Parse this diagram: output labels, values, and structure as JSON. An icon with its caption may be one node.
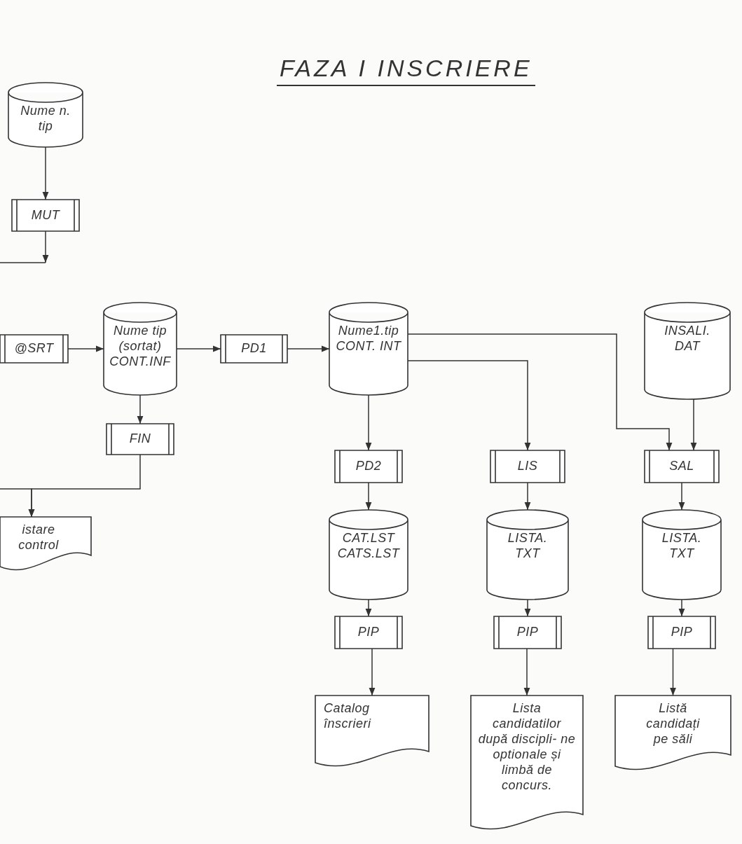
{
  "diagram": {
    "title": "FAZA I INSCRIERE",
    "nodes": [
      {
        "text": [
          "Nume n. tip"
        ]
      },
      {
        "text": [
          "MUT"
        ]
      },
      {
        "text": [
          "@SRT"
        ]
      },
      {
        "text": [
          "Nume tip (sortat) CONT.INF"
        ]
      },
      {
        "text": [
          "FIN"
        ]
      },
      {
        "text": [
          "istare control"
        ]
      },
      {
        "text": [
          "PD1"
        ]
      },
      {
        "text": [
          "Nume1.tip CONT. INT"
        ]
      },
      {
        "text": [
          "INSALI. DAT"
        ]
      },
      {
        "text": [
          "PD2"
        ]
      },
      {
        "text": [
          "LIS"
        ]
      },
      {
        "text": [
          "SAL"
        ]
      },
      {
        "text": [
          "CAT.LST CATS.LST"
        ]
      },
      {
        "text": [
          "LISTA. TXT"
        ]
      },
      {
        "text": [
          "LISTA. TXT"
        ]
      },
      {
        "text": [
          "PIP"
        ]
      },
      {
        "text": [
          "PIP"
        ]
      },
      {
        "text": [
          "PIP"
        ]
      },
      {
        "text": [
          "Catalog înscrieri"
        ]
      },
      {
        "text": [
          "Lista candidatilor după discipli- ne optionale și limbă de concurs."
        ]
      },
      {
        "text": [
          "Listă candidați pe săli"
        ]
      }
    ],
    "edges": [
      {
        "from": 0,
        "to": 1,
        "arrow": "to"
      },
      {
        "from": 1,
        "to": null,
        "arrow": "to"
      },
      {
        "from": 2,
        "to": 3,
        "arrow": "to"
      },
      {
        "from": 3,
        "to": 6,
        "arrow": "to"
      },
      {
        "from": 6,
        "to": 7,
        "arrow": "to"
      },
      {
        "from": 3,
        "to": 4,
        "arrow": "to"
      },
      {
        "from": 4,
        "to": 5,
        "arrow": "to"
      },
      {
        "from": null,
        "to": 5,
        "arrow": "to"
      },
      {
        "from": 7,
        "to": 9,
        "arrow": "to"
      },
      {
        "from": 7,
        "to": 10,
        "arrow": "to"
      },
      {
        "from": 7,
        "to": 11,
        "arrow": "to"
      },
      {
        "from": 8,
        "to": 11,
        "arrow": "to"
      },
      {
        "from": 9,
        "to": 12,
        "arrow": "to"
      },
      {
        "from": 10,
        "to": 13,
        "arrow": "to"
      },
      {
        "from": 11,
        "to": 14,
        "arrow": "to"
      },
      {
        "from": 12,
        "to": 15,
        "arrow": "to"
      },
      {
        "from": 13,
        "to": 16,
        "arrow": "to"
      },
      {
        "from": 14,
        "to": 17,
        "arrow": "to"
      },
      {
        "from": 15,
        "to": 18,
        "arrow": "to"
      },
      {
        "from": 16,
        "to": 19,
        "arrow": "to"
      },
      {
        "from": 17,
        "to": 20,
        "arrow": "to"
      }
    ]
  }
}
